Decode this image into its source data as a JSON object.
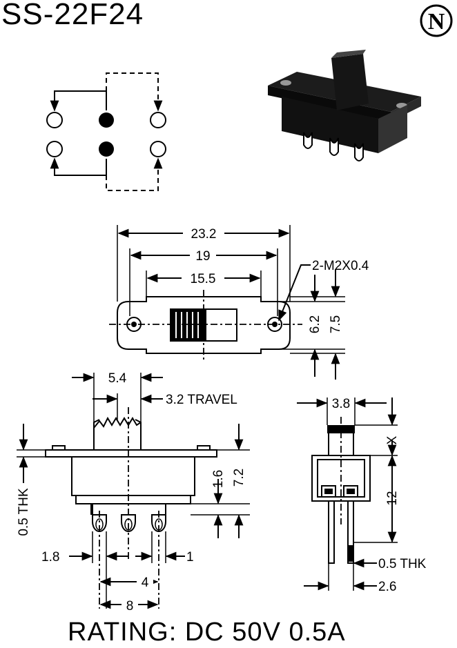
{
  "title": "SS-22F24",
  "logo_letter": "N",
  "rating": "RATING: DC 50V 0.5A",
  "dims": {
    "d_23_2": "23.2",
    "d_19": "19",
    "d_15_5": "15.5",
    "mount_holes": "2-M2X0.4",
    "d_6_2": "6.2",
    "d_7_5": "7.5",
    "d_5_4": "5.4",
    "travel": "3.2 TRAVEL",
    "d_1_6": "1.6",
    "d_7_2": "7.2",
    "thk_left": "0.5 THK",
    "d_1_8": "1.8",
    "d_1": "1",
    "d_4": "4",
    "d_8": "8",
    "d_3_8": "3.8",
    "d_x": "X",
    "d_12": "12",
    "thk_right": "0.5 THK",
    "d_2_6": "2.6"
  }
}
